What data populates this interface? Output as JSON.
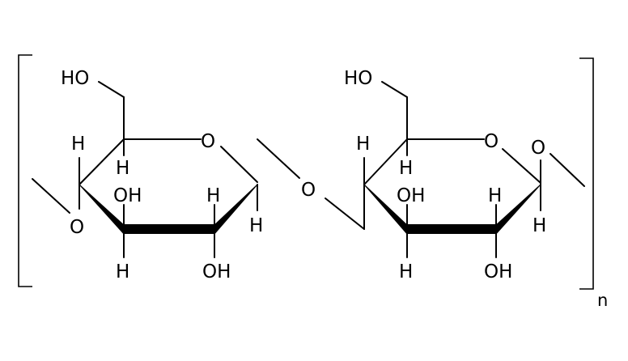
{
  "molecule": {
    "repeat_subscript": "n",
    "ring_left": {
      "ring_oxygen": "O",
      "ch2oh_label": "HO",
      "c1_h": "H",
      "c2_h": "H",
      "c2_oh": "OH",
      "c3_h": "H",
      "c3_oh": "OH",
      "c4_h": "H",
      "c4_o": "O",
      "c5_h": "H"
    },
    "bridge_oxygen": "O",
    "ring_right": {
      "ring_oxygen": "O",
      "ch2oh_label": "HO",
      "c1_o": "O",
      "c1_h": "H",
      "c2_h": "H",
      "c2_oh": "OH",
      "c3_h": "H",
      "c3_oh": "OH",
      "c4_h": "H",
      "c5_h": "H"
    }
  },
  "colors": {
    "ink": "#000000",
    "background": "#ffffff"
  }
}
